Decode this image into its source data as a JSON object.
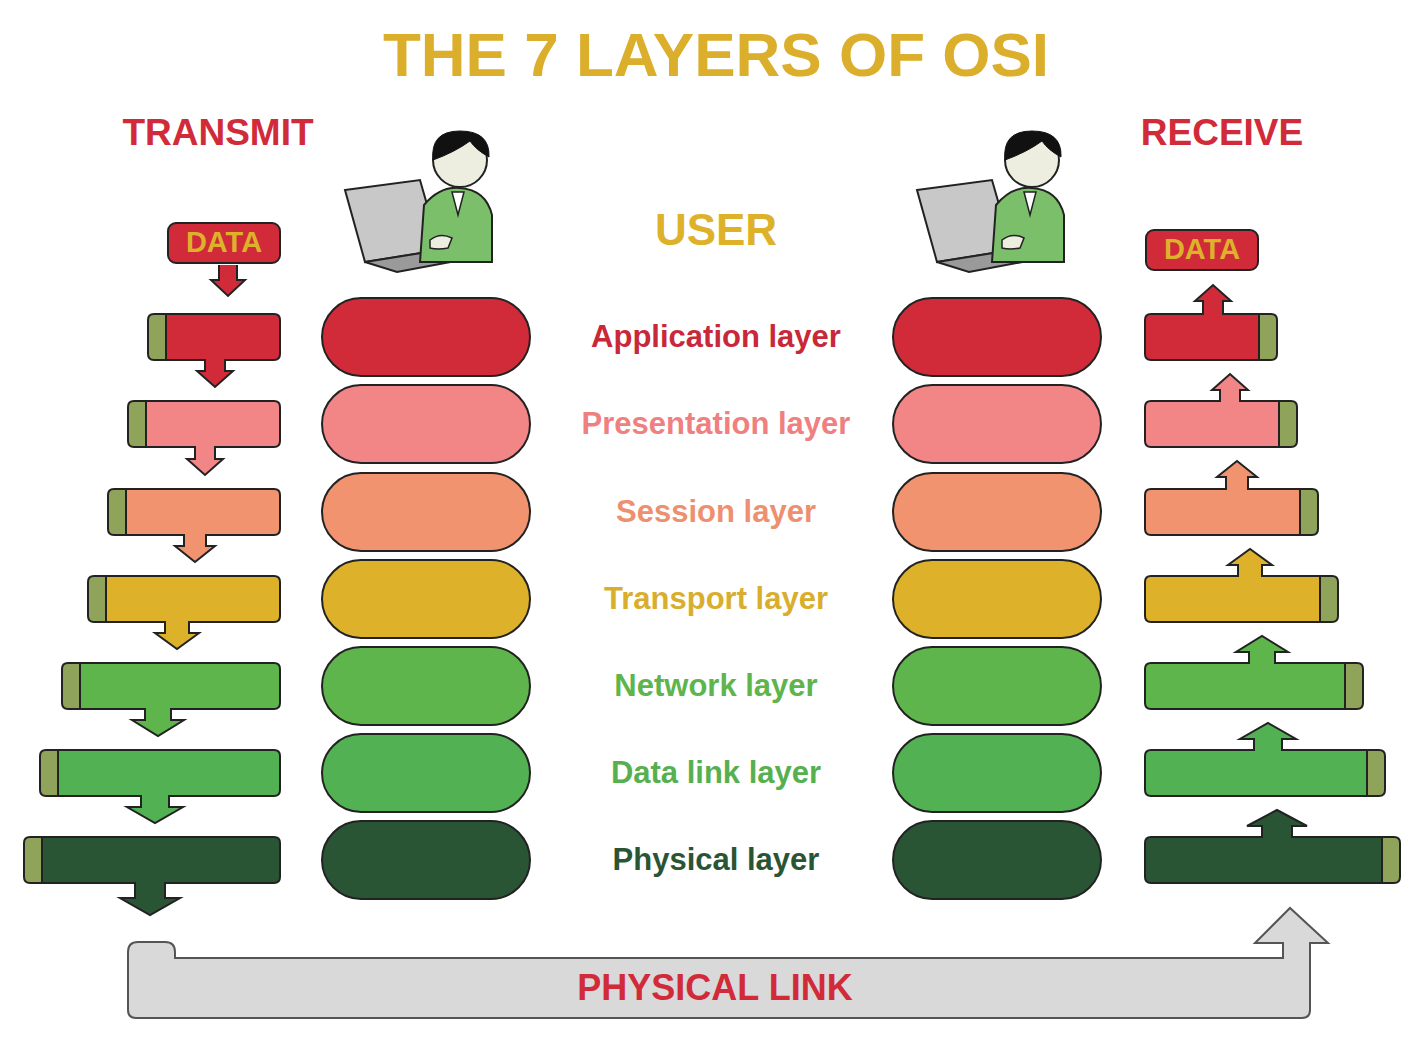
{
  "diagram": {
    "title": "THE 7 LAYERS OF OSI",
    "nodes": [
      {
        "text": [
          "DATA"
        ]
      },
      {
        "text": [
          "DATA"
        ]
      },
      {
        "text": [
          "PHYSICAL LINK"
        ]
      }
    ],
    "labels": [
      "TRANSMIT",
      "RECEIVE",
      "USER",
      "Application layer",
      "Presentation layer",
      "Session layer",
      "Transport layer",
      "Network layer",
      "Data link layer",
      "Physical layer"
    ]
  }
}
